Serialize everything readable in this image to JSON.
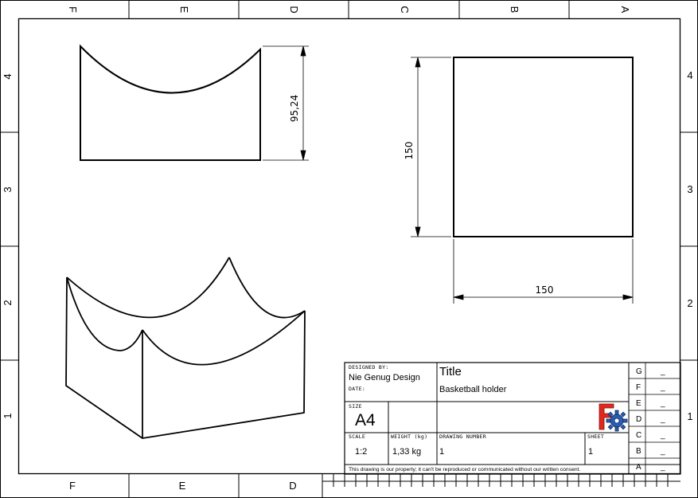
{
  "zones": {
    "columns_top": [
      "F",
      "E",
      "D",
      "C",
      "B",
      "A"
    ],
    "columns_bottom": [
      "F",
      "E",
      "D"
    ],
    "rows": [
      "4",
      "3",
      "2",
      "1"
    ]
  },
  "dimensions": {
    "front_height": "95,24",
    "top_height": "150",
    "top_width": "150"
  },
  "title_block": {
    "designed_by_caption": "DESIGNED BY:",
    "designed_by": "Nie Genug Design",
    "date_caption": "DATE:",
    "title": "Title",
    "subtitle": "Basketball holder",
    "size_caption": "SIZE",
    "size": "A4",
    "scale_caption": "SCALE",
    "scale": "1:2",
    "weight_caption": "WEIGHT (kg)",
    "weight": "1,33 kg",
    "drawing_number_caption": "DRAWING NUMBER",
    "drawing_number": "1",
    "sheet_caption": "SHEET",
    "sheet": "1",
    "note": "This drawing is our property; it can't be reproduced or communicated without our written consent.",
    "revisions": [
      {
        "letter": "G",
        "value": "_"
      },
      {
        "letter": "F",
        "value": "_"
      },
      {
        "letter": "E",
        "value": "_"
      },
      {
        "letter": "D",
        "value": "_"
      },
      {
        "letter": "C",
        "value": "_"
      },
      {
        "letter": "B",
        "value": "_"
      },
      {
        "letter": "A",
        "value": "_"
      }
    ]
  },
  "logo": {
    "icon": "freecad-logo-icon",
    "colors": {
      "red": "#e1281e",
      "blue": "#2a5db0"
    }
  }
}
